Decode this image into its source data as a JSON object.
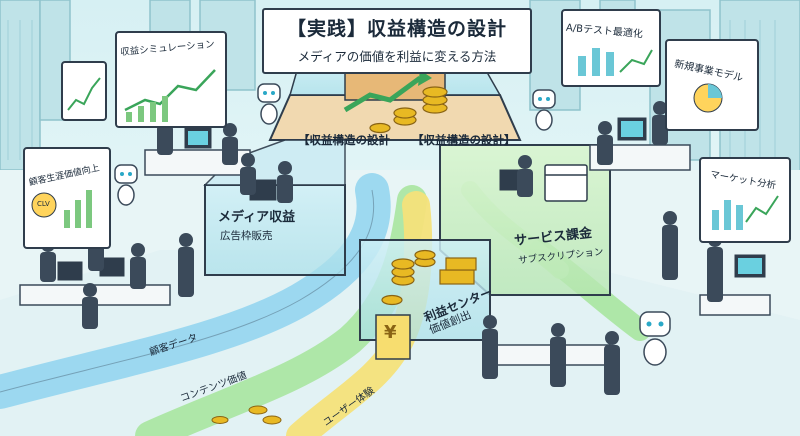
{
  "title": {
    "main": "【実践】収益構造の設計",
    "sub": "メディアの価値を利益に変える方法"
  },
  "boards": {
    "revenue_sim": "収益シミュレーション",
    "ab_test": "A/Bテスト最適化",
    "new_business": "新規事業モデル",
    "customer_value": "顧客生涯価値向上",
    "clv": "CLV",
    "market": "マーケット分析"
  },
  "platforms": {
    "top_left": "【収益構造の設計",
    "top_right": "【収益構造の設計】",
    "media_title": "メディア収益",
    "media_sub": "広告枠販売",
    "service_title": "サービス課金",
    "service_sub": "サブスクリプション",
    "profit_title": "利益センター",
    "profit_sub": "価値創出"
  },
  "streams": {
    "customer_data": "顧客データ",
    "content_value": "コンテンツ価値",
    "user_experience": "ユーザー体験"
  },
  "currency": {
    "yen": "¥"
  },
  "colors": {
    "blue_stream": "#8fd3ef",
    "green_stream": "#a8e6a0",
    "yellow_stream": "#f4e27a",
    "gold": "#e8b923",
    "outline": "#2f3d4c"
  }
}
